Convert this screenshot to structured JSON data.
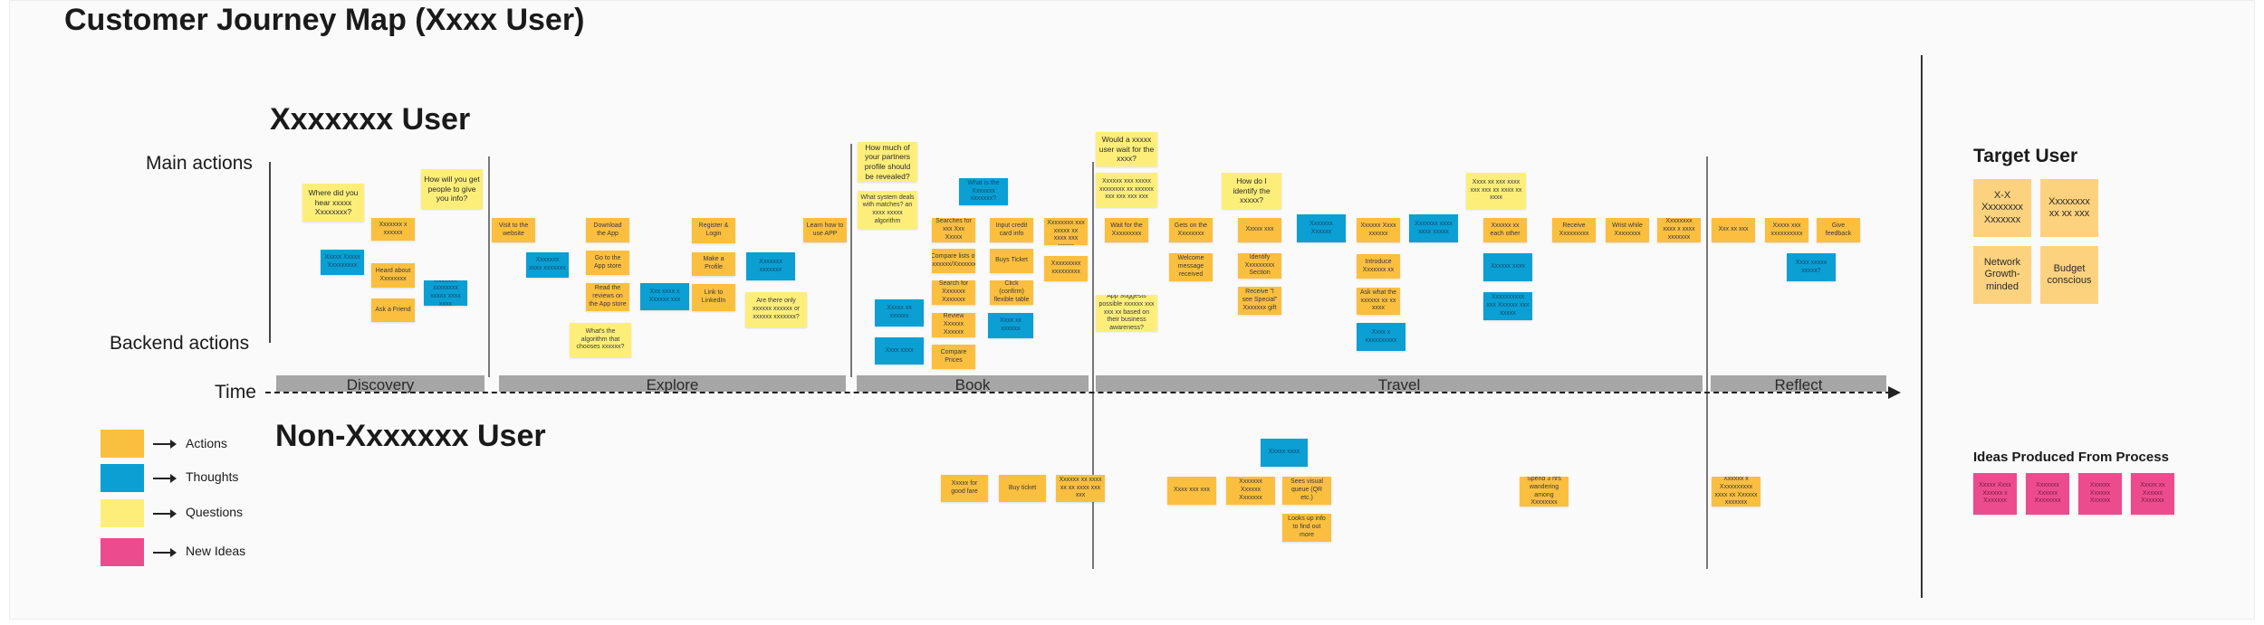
{
  "title": "Customer Journey Map (Xxxx User)",
  "sections": {
    "user": "Xxxxxxx User",
    "non_user": "Non-Xxxxxxx User"
  },
  "row_labels": {
    "main_actions": "Main actions",
    "backend_actions": "Backend actions",
    "time": "Time"
  },
  "stages": [
    "Discovery",
    "Explore",
    "Book",
    "Travel",
    "Reflect"
  ],
  "legend": [
    {
      "label": "Actions",
      "color": "#fbbf3f"
    },
    {
      "label": "Thoughts",
      "color": "#0b9fd3"
    },
    {
      "label": "Questions",
      "color": "#fdee7a"
    },
    {
      "label": "New Ideas",
      "color": "#ec4c8d"
    }
  ],
  "target_user": {
    "title": "Target User",
    "cards": [
      "X-X Xxxxxxxx Xxxxxxx",
      "Xxxxxxxx xx xx xxx",
      "Network Growth-minded",
      "Budget conscious"
    ]
  },
  "ideas": {
    "title": "Ideas Produced From Process",
    "cards": [
      "Xxxxx Xxxx Xxxxxx x Xxxxxxx",
      "Xxxxxxx Xxxxxx Xxxxxxxx",
      "Xxxxxx Xxxxxx Xxxxxx",
      "Xxxxx xx Xxxxxx Xxxxxxx"
    ]
  },
  "colors": {
    "action": "#fbbf3f",
    "thought": "#0b9fd3",
    "question": "#fdee7a",
    "idea": "#ec4c8d",
    "stage_bar": "#a6a6a6"
  },
  "notes": {
    "n01": "Where did you hear xxxxx Xxxxxxxx?",
    "n02": "How will you get people to give you info?",
    "n03": "Xxxxxxx x xxxxxx",
    "n04": "Xxxxx Xxxxx Xxxxxxxxx",
    "n05": "Heard about Xxxxxxxx",
    "n06": "Xxxxxxx xxxxxxxx xxxxx xxxx xxxx",
    "n07": "Ask a Friend",
    "n08": "Visit to the website",
    "n09": "Xxxxxxx xxxx xxxxxxx",
    "n10": "Download the App",
    "n11": "Go to the App store",
    "n12": "Read the reviews on the App store",
    "n13": "What's the algorithm that chooses xxxxxx?",
    "n14": "Xxx xxxx x Xxxxxx xxx",
    "n15": "Register & Login",
    "n16": "Make a Profile",
    "n17": "Link to LinkedIn",
    "n18": "Xxxxxxx xxxxxxx",
    "n19": "Are there only xxxxxx xxxxxx or xxxxxx xxxxxxx?",
    "n20": "Learn how to use APP",
    "n21": "How much of your partners profile should be revealed?",
    "n22": "What system deals with matches? an xxxx xxxxx algorithm",
    "n23": "Xxxxx xx xxxxxx",
    "n24": "Xxxx xxxx",
    "n25": "What is the Xxxxxxx xxxxxxx?",
    "n26": "Searches for xxx Xxx Xxxxx",
    "n27": "Input credit card info",
    "n28": "Compare lists of Xxxxxxx/Xxxxxxxx",
    "n29": "Buys Ticket",
    "n30": "Search for Xxxxxxx Xxxxxxx",
    "n31": "Click (confirm) flexible table",
    "n32": "Xxxx xx xxxxxx",
    "n33": "Review Xxxxxx Xxxxxx",
    "n34": "Compare Prices",
    "n35": "Xxx Xxxxxxxx xxx xxxxx xx xxxx xxx xxxxx",
    "n36": "Xxxxxxxxx xxxxxxxxx",
    "n37": "Would a xxxxx user wait for the xxxx?",
    "n38": "Xxxxxx xxx xxxxx xxxxxxxx xx xxxxxx xxx xxx xxx xxx",
    "n39": "Wait for the Xxxxxxxxx",
    "n40": "App Suggests possible xxxxxx xxx xxx xx based on their business awareness?",
    "n41": "Gets on the Xxxxxxxx",
    "n42": "Welcome message received",
    "n43": "How do I identify the xxxxx?",
    "n44": "Xxxxx xxx",
    "n45": "Identify Xxxxxxxxx Section",
    "n46": "Receive \"I see Special\" Xxxxxxx gift",
    "n47": "Xxxxxxx Xxxxxx",
    "n48": "Xxxxxx Xxxx xxxxxx",
    "n49": "Introduce Xxxxxxx xx",
    "n50": "Xxxxxxx xxxx xxxx xxxxx",
    "n51": "Ask what the xxxxxx xx xx xxxx",
    "n52": "Xxxx x xxxxxxxxxx",
    "n53": "Xxxx xx xxx xxxx xxx xxx xx xxxx xx xxxx",
    "n54": "Xxxxxx xx each other",
    "n55": "Xxxxxx xxxx",
    "n56": "Xxxxxxxxxx xxx Xxxxxx xxx xxxxx",
    "n57": "Receive Xxxxxxxxx",
    "n58": "Wrist while Xxxxxxxx",
    "n59": "Xxxxxxxx xxxx x xxxx xxxxxxx",
    "n60": "Xxx xx xxx",
    "n61": "Xxxxx xxx xxxxxxxxxx",
    "n62": "Give feedback",
    "n63": "Xxxx xxxxx xxxxx?",
    "n64": "Xxxxx for good fare",
    "n65": "Buy ticket",
    "n66": "Xxxxxx xx xxxx xx xx xxxx xxx xxx",
    "n67": "Xxxx xxx xxx",
    "n68": "Xxxxxxx Xxxxxx Xxxxxxx",
    "n69": "Xxxxx xxxx",
    "n70": "Sees visual queue (QR etc.)",
    "n71": "Looks up info to find out more",
    "n72": "Spend 3 hrs wandering among Xxxxxxxx",
    "n73": "Xxxxxx x Xxxxxxxxxx xxxx xx Xxxxxx xxxxxxx"
  }
}
